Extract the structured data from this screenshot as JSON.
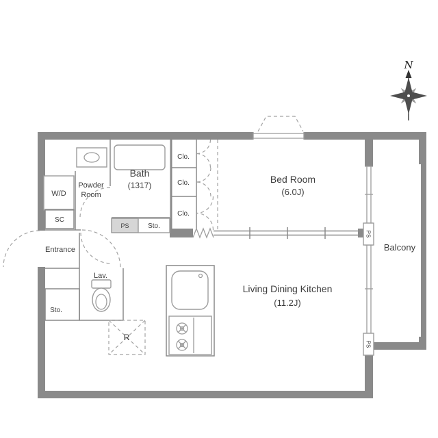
{
  "page": {
    "title": "Apartment Floor Plan"
  },
  "compass": {
    "north_label": "N"
  },
  "colors": {
    "wall": "#8a8a8a",
    "fixture_line": "#9c9c9c",
    "dashed_line": "#a3a3a3",
    "text": "#3d3d3d",
    "pipe_space_fill": "#d6d6d6"
  },
  "rooms": {
    "bath": {
      "name": "Bath",
      "size": "(1317)"
    },
    "powder_room": {
      "line1": "Powder",
      "line2": "Room"
    },
    "washer_dryer": {
      "label": "W/D"
    },
    "shoe_closet": {
      "label": "SC"
    },
    "entrance": {
      "label": "Entrance"
    },
    "lavatory": {
      "label": "Lav."
    },
    "storage_lower": {
      "label": "Sto."
    },
    "storage_upper": {
      "label": "Sto."
    },
    "pipe_space_upper": {
      "label": "PS"
    },
    "pipe_space_wall_top": {
      "label": "PS"
    },
    "pipe_space_wall_bottom": {
      "label": "PS"
    },
    "refrigerator": {
      "label": "R"
    },
    "bedroom": {
      "name": "Bed Room",
      "size": "(6.0J)"
    },
    "ldk": {
      "name": "Living Dining Kitchen",
      "size": "(11.2J)"
    },
    "balcony": {
      "label": "Balcony"
    },
    "closets": [
      {
        "label": "Clo."
      },
      {
        "label": "Clo."
      },
      {
        "label": "Clo."
      }
    ]
  }
}
